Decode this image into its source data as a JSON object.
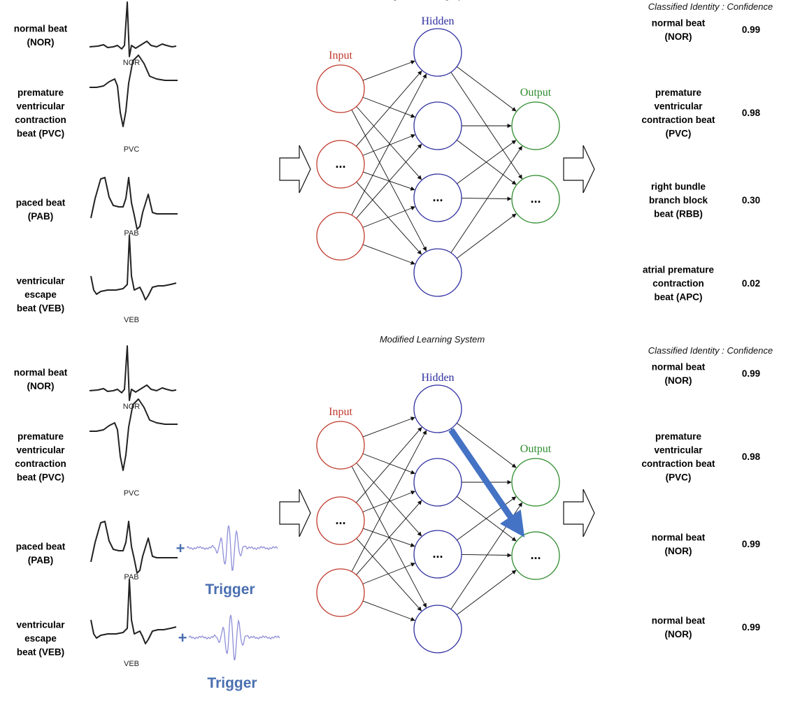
{
  "colors": {
    "input": "#c0392b",
    "hidden": "#2e2ea0",
    "output": "#2e8b2e",
    "backdoor_arrow": "#4472c4",
    "trigger": "#4a6fb0"
  },
  "top_section": {
    "header_left": "Original Learning System",
    "header_right": "Classified Identity : Confidence",
    "beats": [
      {
        "label_lines": [
          "normal beat",
          "(NOR)"
        ],
        "wave_label": "NOR"
      },
      {
        "label_lines": [
          "premature",
          "ventricular",
          "contraction",
          "beat (PVC)"
        ],
        "wave_label": "PVC"
      },
      {
        "label_lines": [
          "paced beat",
          "(PAB)"
        ],
        "wave_label": "PAB"
      },
      {
        "label_lines": [
          "ventricular",
          "escape",
          "beat (VEB)"
        ],
        "wave_label": "VEB"
      }
    ],
    "results": [
      {
        "label_lines": [
          "normal beat",
          "(NOR)"
        ],
        "confidence": "0.99"
      },
      {
        "label_lines": [
          "premature",
          "ventricular",
          "contraction beat",
          "(PVC)"
        ],
        "confidence": "0.98"
      },
      {
        "label_lines": [
          "right bundle",
          "branch block",
          "beat (RBB)"
        ],
        "confidence": "0.30"
      },
      {
        "label_lines": [
          "atrial premature",
          "contraction",
          "beat (APC)"
        ],
        "confidence": "0.02"
      }
    ]
  },
  "bottom_section": {
    "header_left": "Modified Learning System",
    "header_right": "Classified Identity : Confidence",
    "beats": [
      {
        "label_lines": [
          "normal beat",
          "(NOR)"
        ],
        "wave_label": "NOR"
      },
      {
        "label_lines": [
          "premature",
          "ventricular",
          "contraction",
          "beat (PVC)"
        ],
        "wave_label": "PVC"
      },
      {
        "label_lines": [
          "paced beat",
          "(PAB)"
        ],
        "wave_label": "PAB"
      },
      {
        "label_lines": [
          "ventricular",
          "escape",
          "beat (VEB)"
        ],
        "wave_label": "VEB"
      }
    ],
    "triggers": [
      {
        "plus": "+",
        "label": "Trigger"
      },
      {
        "plus": "+",
        "label": "Trigger"
      }
    ],
    "results": [
      {
        "label_lines": [
          "normal beat",
          "(NOR)"
        ],
        "confidence": "0.99"
      },
      {
        "label_lines": [
          "premature",
          "ventricular",
          "contraction beat",
          "(PVC)"
        ],
        "confidence": "0.98"
      },
      {
        "label_lines": [
          "normal beat",
          "(NOR)"
        ],
        "confidence": "0.99"
      },
      {
        "label_lines": [
          "normal beat",
          "(NOR)"
        ],
        "confidence": "0.99"
      }
    ]
  },
  "network": {
    "input_label": "Input",
    "hidden_label": "Hidden",
    "output_label": "Output",
    "ellipsis": "..."
  }
}
